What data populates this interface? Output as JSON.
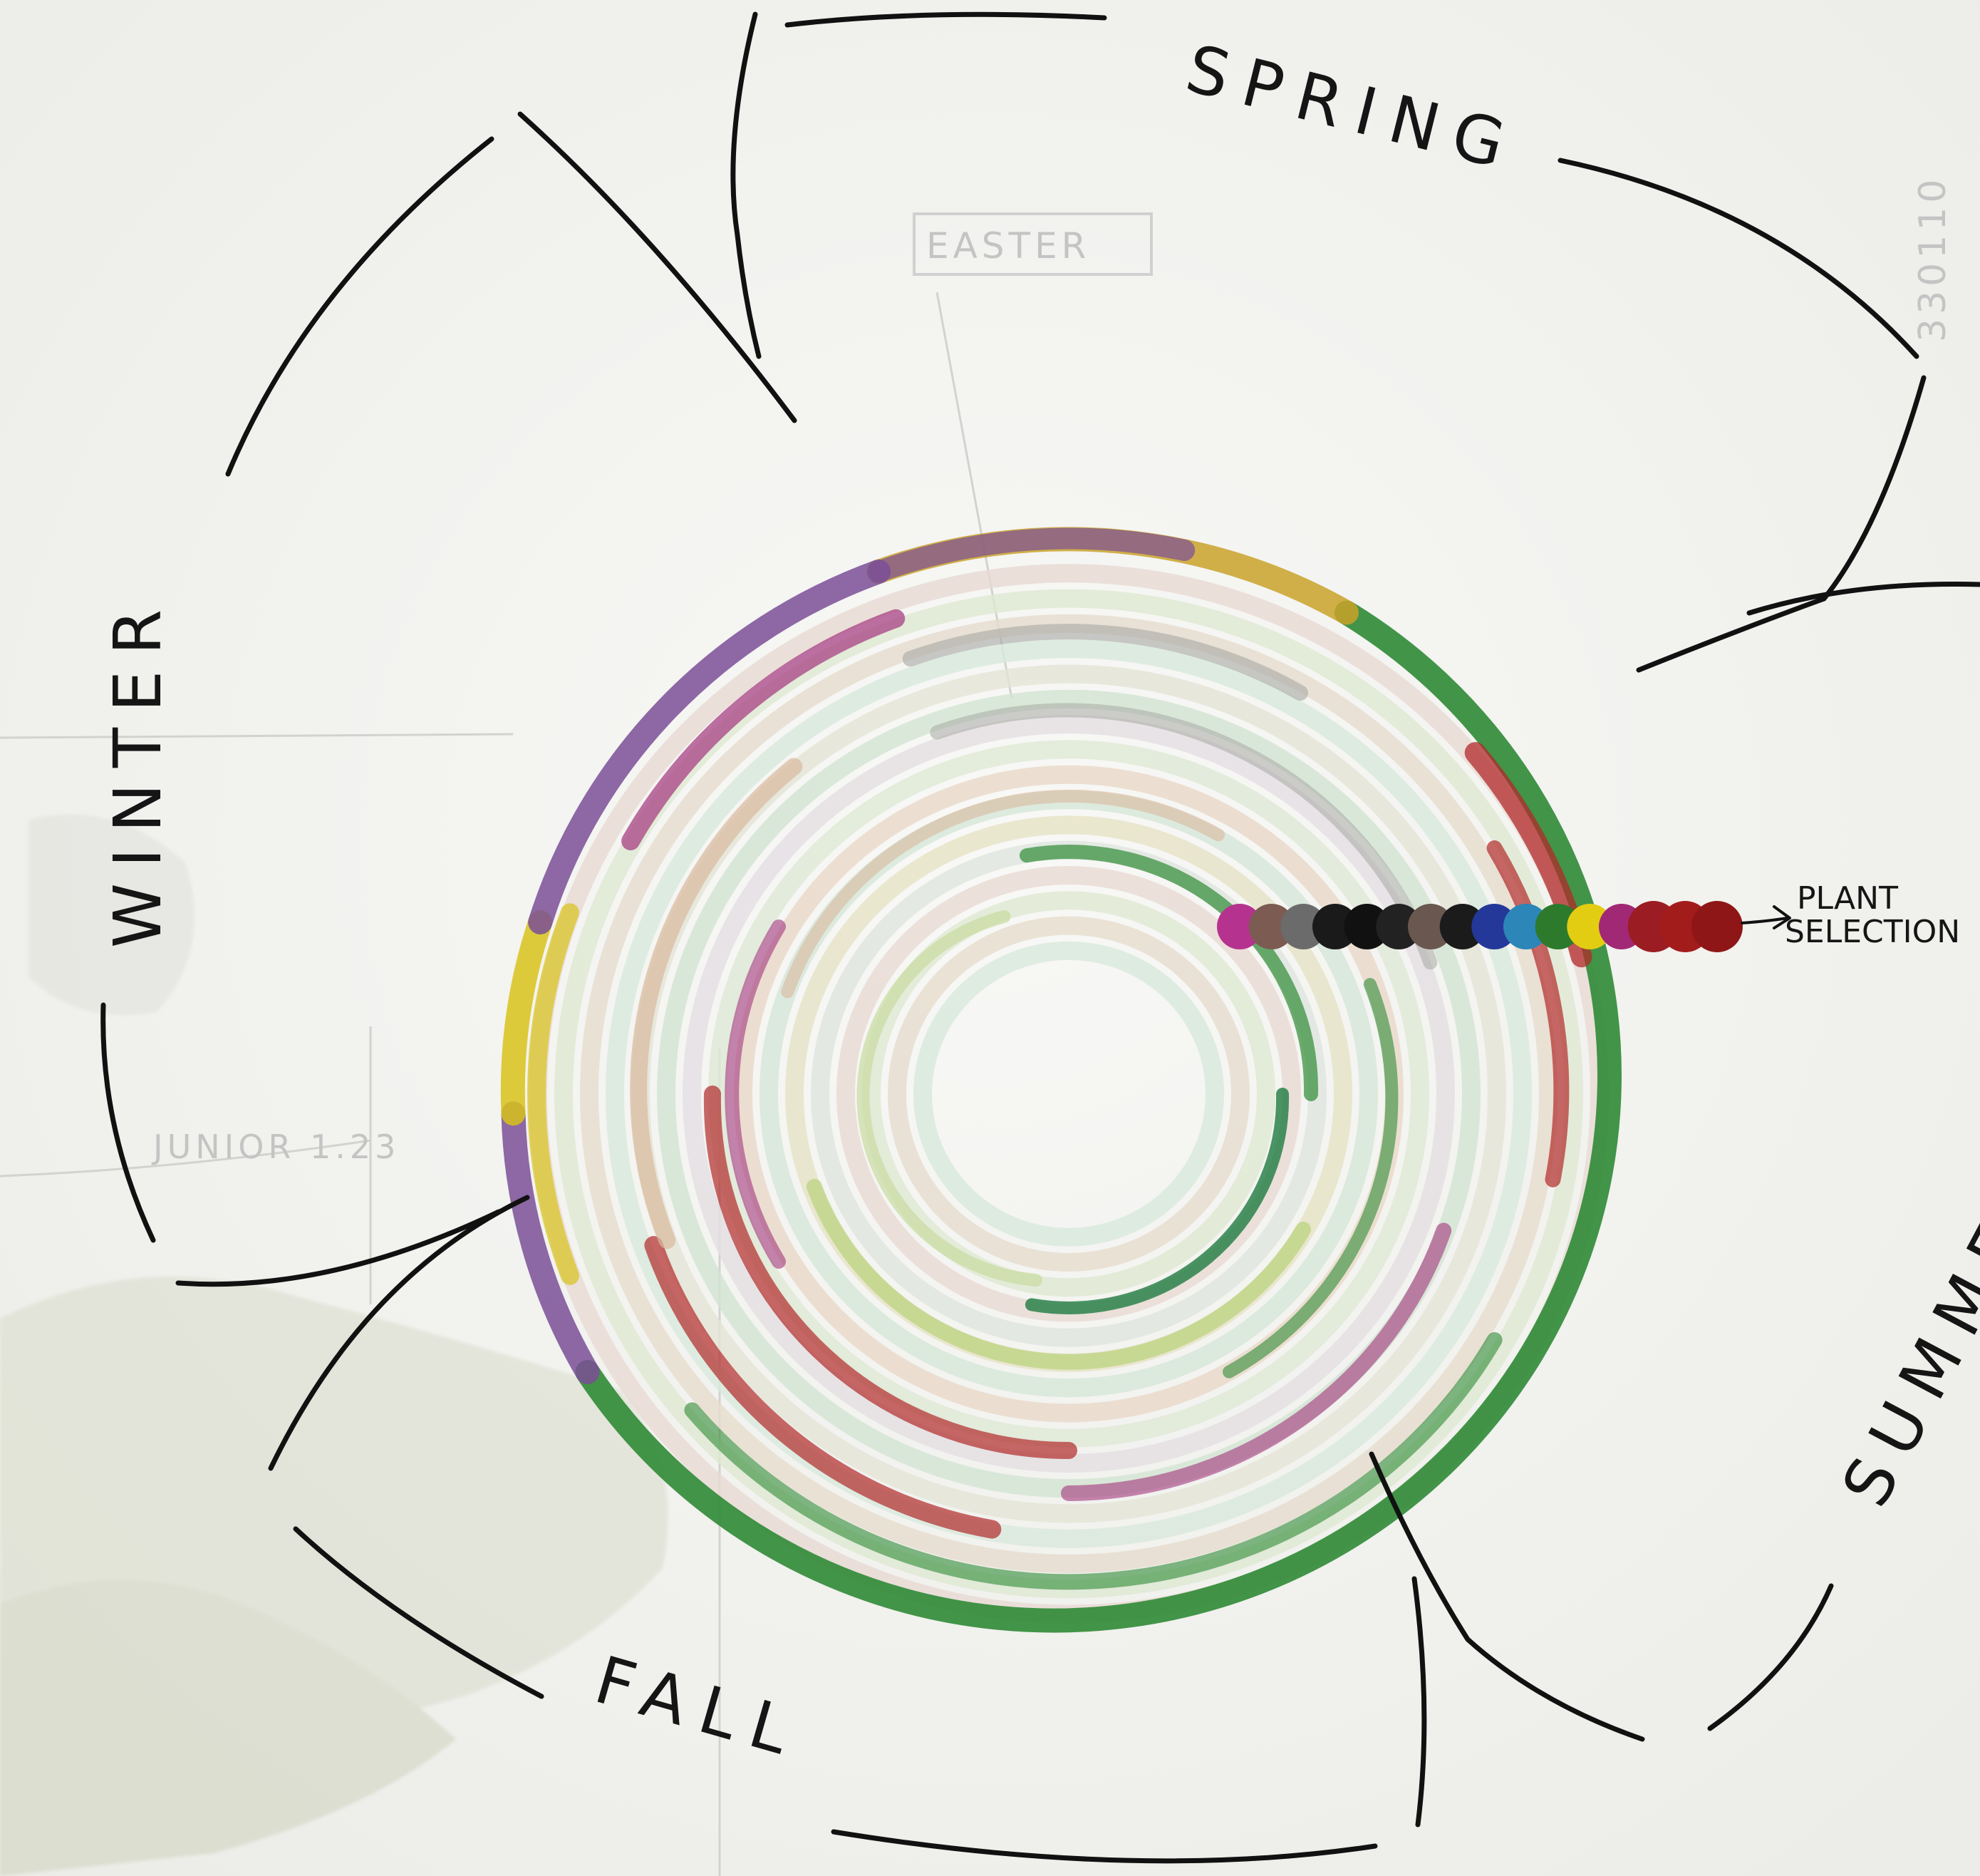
{
  "seasons": {
    "spring": "SPRING",
    "summer": "SUMMER",
    "fall": "FALL",
    "winter": "WINTER"
  },
  "plant_label": {
    "line1": "PLANT",
    "line2": "SELECTION"
  },
  "faint_notes": {
    "top_box": "EASTER",
    "left_box": "JUNIOR 1.23",
    "right_edge": "330110"
  },
  "plant_dot_colors": [
    "#b5338f",
    "#7c5b53",
    "#6b6b6b",
    "#1a1a1a",
    "#111111",
    "#222222",
    "#6a5850",
    "#1b1b1b",
    "#24389a",
    "#2c86b8",
    "#2d7a2d",
    "#e2cd12",
    "#a12874",
    "#9b1d23",
    "#a31c1c",
    "#8e1616"
  ],
  "palette": {
    "ink": "#111111",
    "paper": "#f3f3f1",
    "green": "#2f8a35",
    "purple": "#7a4f97",
    "magenta": "#a2357c",
    "red": "#b12a2a",
    "yellow": "#d8c21a",
    "ochre": "#c9a22a",
    "tan": "#d9b99c",
    "grey": "#a7a9a4"
  }
}
